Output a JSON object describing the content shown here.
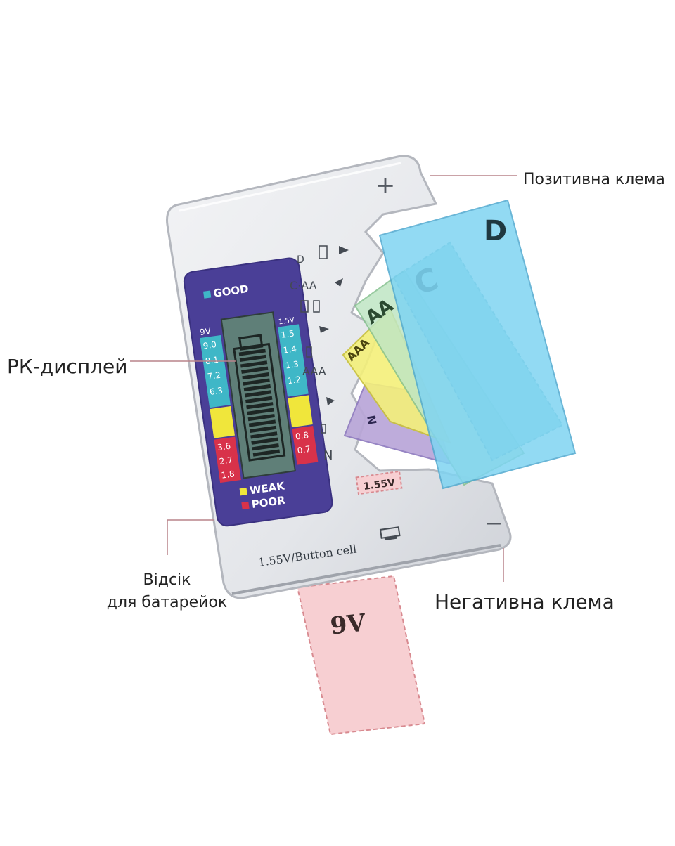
{
  "callouts": {
    "positive": "Позитивна клема",
    "lcd": "РК-дисплей",
    "compartment_line1": "Відсік",
    "compartment_line2": "для батарейок",
    "negative": "Негативна клема"
  },
  "display": {
    "good": "GOOD",
    "weak": "WEAK",
    "poor": "POOR",
    "left_header": "9V",
    "right_header": "1.5V",
    "left_scale": [
      "9.0",
      "8.1",
      "7.2",
      "6.3",
      "3.6",
      "2.7",
      "1.8"
    ],
    "right_scale": [
      "1.5",
      "1.4",
      "1.3",
      "1.2",
      "0.8",
      "0.7"
    ],
    "good_color": "#3fb7c7",
    "weak_color": "#f0e63b",
    "poor_color": "#d8324a",
    "panel_color": "#4a3f97"
  },
  "slots": {
    "d": "D",
    "c_aa": "C·AA",
    "aaa": "AAA",
    "n": "N",
    "button_voltage": "1.55V"
  },
  "cards": {
    "d": "D",
    "c": "C",
    "aa": "AA",
    "aaa": "AAA",
    "n": "N",
    "nine_v": "9V"
  },
  "device": {
    "plus": "+",
    "minus": "—",
    "button_cell_label": "1.55V/Button cell"
  }
}
